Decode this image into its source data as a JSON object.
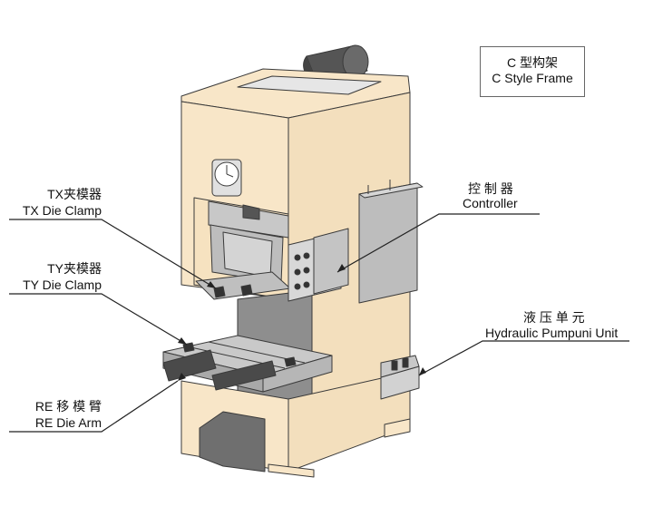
{
  "frame_box": {
    "zh": "C 型构架",
    "en": "C Style Frame"
  },
  "callouts": {
    "tx_die_clamp": {
      "zh": "TX夹模器",
      "en": "TX Die Clamp"
    },
    "ty_die_clamp": {
      "zh": "TY夹模器",
      "en": "TY Die Clamp"
    },
    "re_die_arm": {
      "zh": "RE 移 模 臂",
      "en": "RE Die Arm"
    },
    "controller": {
      "zh": "控 制 器",
      "en": "Controller"
    },
    "hydraulic_unit": {
      "zh": "液 压 单 元",
      "en": "Hydraulic Pumpuni Unit"
    }
  },
  "colors": {
    "frame": "#f8e6c8",
    "frame_shadow": "#eed8b4",
    "steel": "#cfcfcf",
    "steel_dark": "#9a9a9a",
    "dark_part": "#4a4a4a",
    "outline": "#3a3a3a"
  }
}
